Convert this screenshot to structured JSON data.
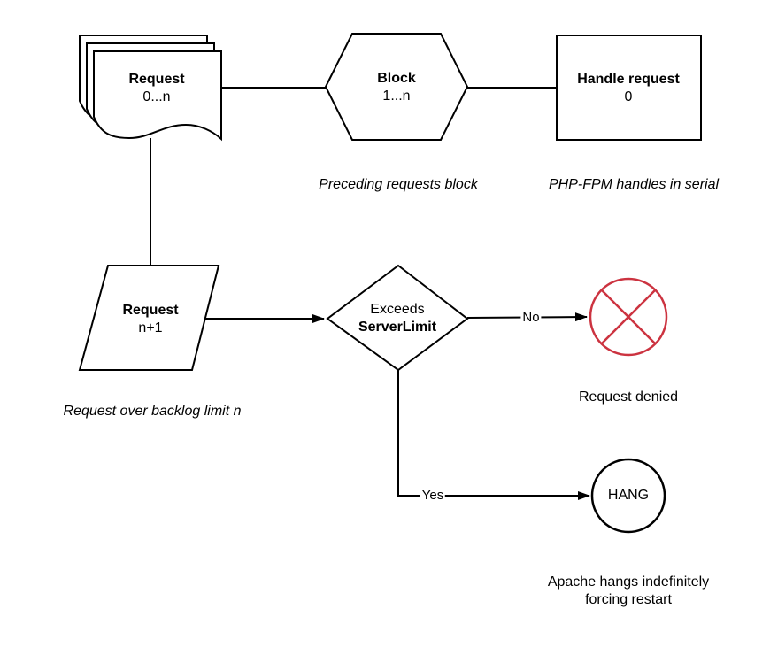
{
  "nodes": {
    "request_stack": {
      "title": "Request",
      "subtitle": "0...n"
    },
    "block": {
      "title": "Block",
      "subtitle": "1...n"
    },
    "handle_request": {
      "title": "Handle request",
      "subtitle": "0"
    },
    "request_next": {
      "title": "Request",
      "subtitle": "n+1"
    },
    "decision": {
      "line1": "Exceeds",
      "line2": "ServerLimit"
    },
    "hang": {
      "label": "HANG"
    }
  },
  "edge_labels": {
    "no": "No",
    "yes": "Yes"
  },
  "captions": {
    "preceding_block": "Preceding requests block",
    "php_fpm": "PHP-FPM handles in serial",
    "backlog_limit": "Request over backlog limit n",
    "request_denied": "Request denied",
    "apache_line1": "Apache hangs indefinitely",
    "apache_line2": "forcing restart"
  },
  "colors": {
    "shape_stroke": "#000000",
    "denied_red": "#cc3340",
    "background": "#ffffff"
  }
}
